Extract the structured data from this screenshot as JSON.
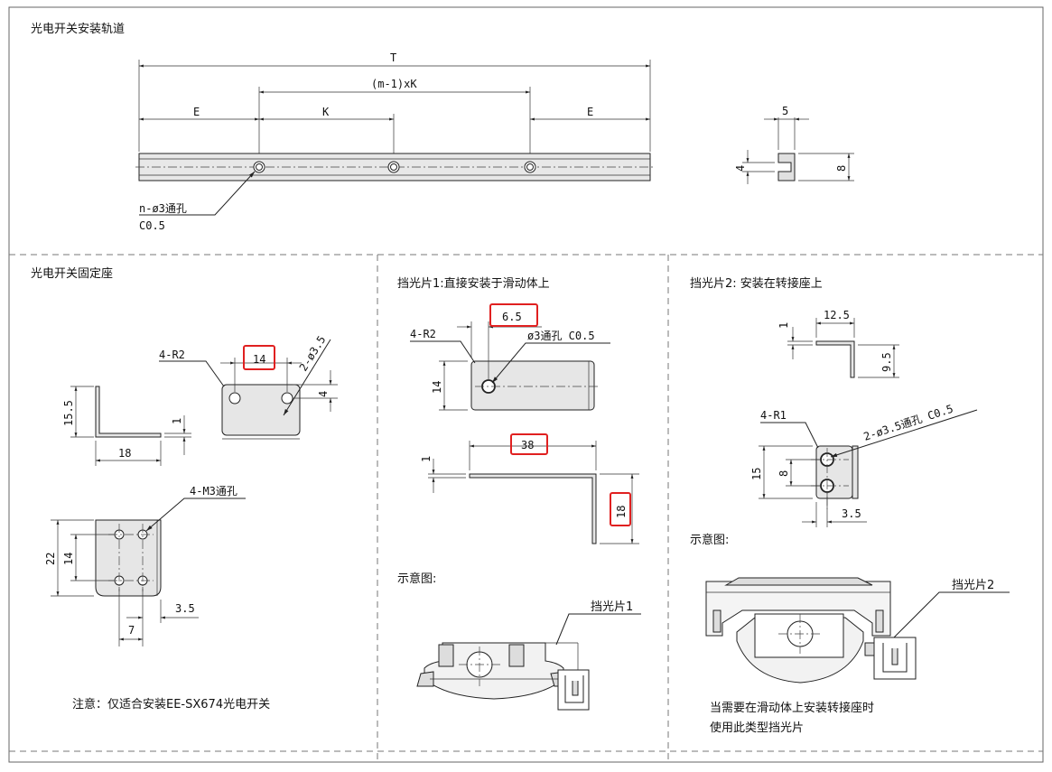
{
  "sections": {
    "rail": {
      "title": "光电开关安装轨道",
      "dim_T": "T",
      "dim_mk": "(m-1)xK",
      "dim_E_left": "E",
      "dim_K": "K",
      "dim_E_right": "E",
      "hole_note": "n-ø3通孔",
      "chamfer": "C0.5",
      "profile_w": "5",
      "profile_slot": "4",
      "profile_h": "8"
    },
    "seat": {
      "title": "光电开关固定座",
      "r_note": "4-R2",
      "dim_14_top": "14",
      "hole_note": "2-ø3.5",
      "dim_4": "4",
      "dim_15_5": "15.5",
      "dim_1": "1",
      "dim_18": "18",
      "m3_note": "4-M3通孔",
      "dim_22": "22",
      "dim_14_side": "14",
      "dim_3_5": "3.5",
      "dim_7": "7",
      "note": "注意：仅适合安装EE-SX674光电开关"
    },
    "shield1": {
      "title": "挡光片1:直接安装于滑动体上",
      "r_note": "4-R2",
      "dim_6_5": "6.5",
      "hole_note": "ø3通孔 C0.5",
      "dim_14": "14",
      "dim_38": "38",
      "dim_1": "1",
      "dim_18": "18",
      "schematic_label": "示意图:",
      "callout": "挡光片1"
    },
    "shield2": {
      "title": "挡光片2: 安装在转接座上",
      "dim_12_5": "12.5",
      "dim_1": "1",
      "dim_9_5": "9.5",
      "r_note": "4-R1",
      "hole_note": "2-ø3.5通孔 C0.5",
      "dim_15": "15",
      "dim_8": "8",
      "dim_3_5": "3.5",
      "schematic_label": "示意图:",
      "callout": "挡光片2",
      "note_line1": "当需要在滑动体上安装转接座时",
      "note_line2": "使用此类型挡光片"
    }
  },
  "colors": {
    "highlight": "#e02020",
    "line": "#222222",
    "fill": "#e6e6e6",
    "divider": "#777777"
  }
}
